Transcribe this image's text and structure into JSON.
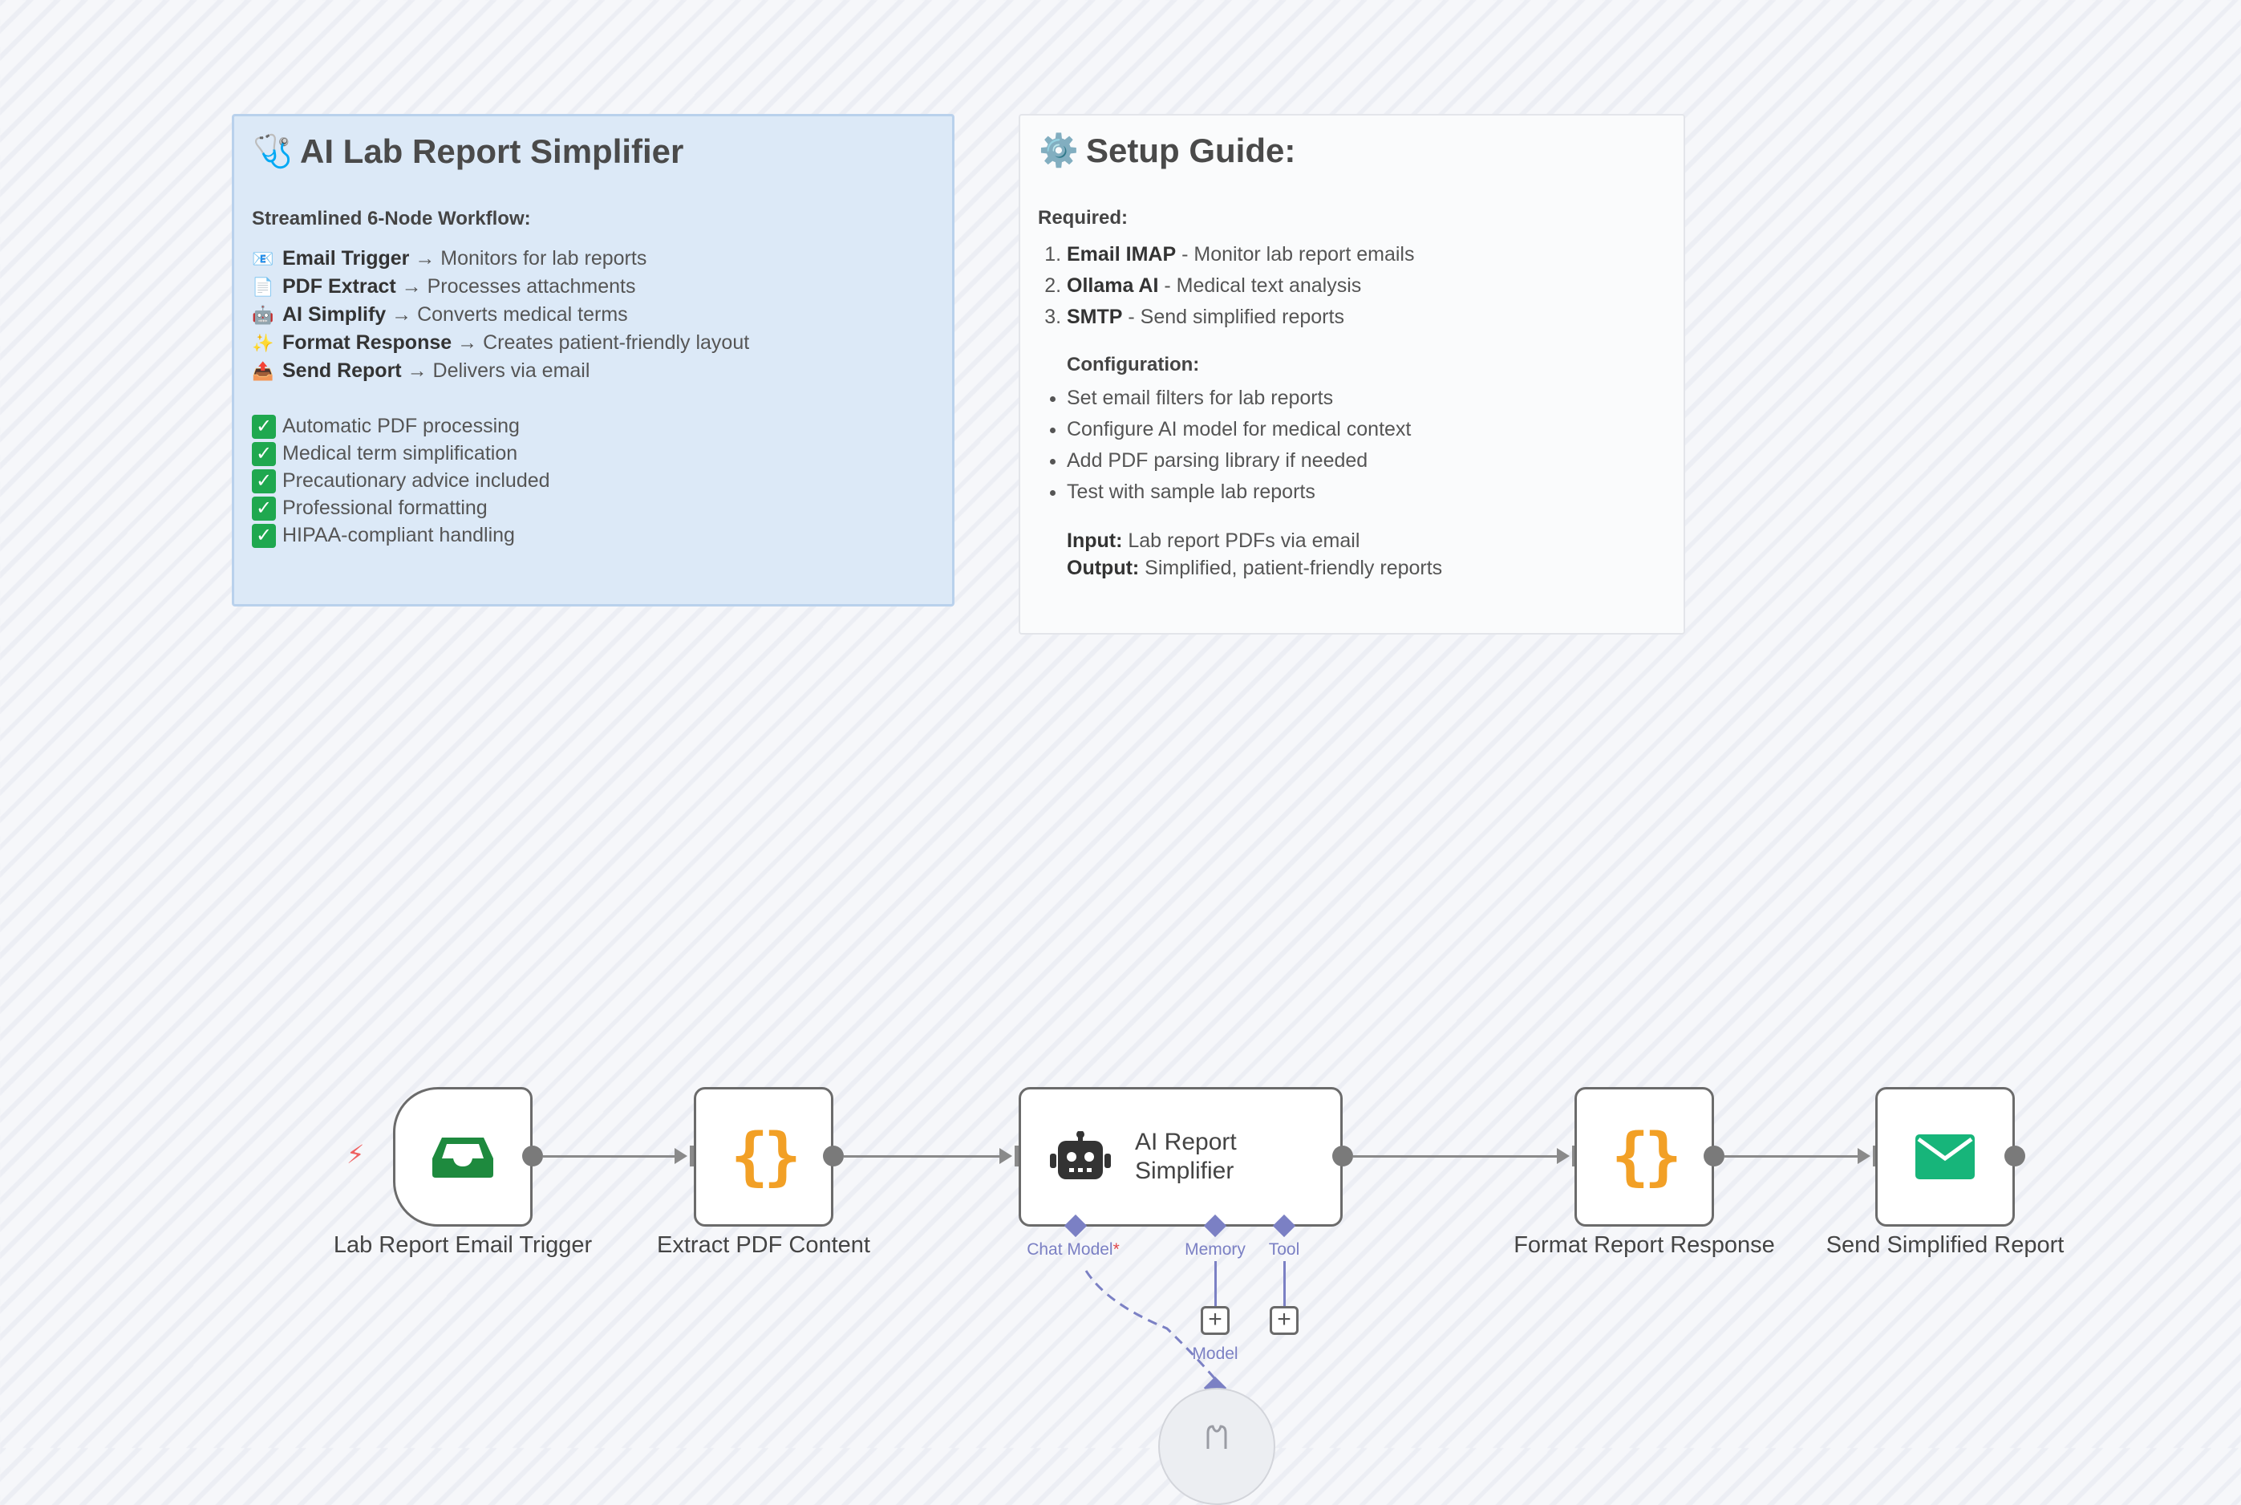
{
  "sticky_main": {
    "emoji": "🩺",
    "title": "AI Lab Report Simplifier",
    "subtitle": "Streamlined 6-Node Workflow:",
    "steps": [
      {
        "emoji": "📧",
        "name": "Email Trigger",
        "desc": "→ Monitors for lab reports"
      },
      {
        "emoji": "📄",
        "name": "PDF Extract",
        "desc": "→ Processes attachments"
      },
      {
        "emoji": "🤖",
        "name": "AI Simplify",
        "desc": "→ Converts medical terms"
      },
      {
        "emoji": "✨",
        "name": "Format Response",
        "desc": "→ Creates patient-friendly layout"
      },
      {
        "emoji": "📤",
        "name": "Send Report",
        "desc": "→ Delivers via email"
      }
    ],
    "check_mark": "✓",
    "features": [
      "Automatic PDF processing",
      "Medical term simplification",
      "Precautionary advice included",
      "Professional formatting",
      "HIPAA-compliant handling"
    ]
  },
  "sticky_setup": {
    "emoji": "⚙️",
    "title": "Setup Guide:",
    "required_label": "Required:",
    "required": [
      {
        "name": "Email IMAP",
        "desc": " - Monitor lab report emails"
      },
      {
        "name": "Ollama AI",
        "desc": " - Medical text analysis"
      },
      {
        "name": "SMTP",
        "desc": " - Send simplified reports"
      }
    ],
    "config_label": "Configuration:",
    "config": [
      "Set email filters for lab reports",
      "Configure AI model for medical context",
      "Add PDF parsing library if needed",
      "Test with sample lab reports"
    ],
    "input_label": "Input:",
    "input_value": " Lab report PDFs via email",
    "output_label": "Output:",
    "output_value": " Simplified, patient-friendly reports"
  },
  "nodes": {
    "trigger": {
      "label": "Lab Report Email Trigger",
      "icon": "inbox-icon",
      "trigger_icon": "⚡"
    },
    "extract": {
      "label": "Extract PDF Content",
      "icon": "code-braces-icon",
      "glyph": "{}"
    },
    "agent": {
      "label_line1": "AI Report",
      "label_line2": "Simplifier",
      "icon": "robot-icon"
    },
    "format": {
      "label": "Format Report Response",
      "icon": "code-braces-icon",
      "glyph": "{}"
    },
    "send": {
      "label": "Send Simplified Report",
      "icon": "envelope-icon"
    }
  },
  "sub_connections": {
    "chat_model": "Chat Model",
    "required_mark": "*",
    "memory": "Memory",
    "tool": "Tool",
    "model": "Model",
    "plus": "+"
  },
  "colors": {
    "sticky_main_bg": "#dce9f7",
    "trigger_green": "#1e8a3e",
    "code_orange": "#f2a026",
    "email_green": "#17b57a",
    "sub_purple": "#7b80c4"
  }
}
